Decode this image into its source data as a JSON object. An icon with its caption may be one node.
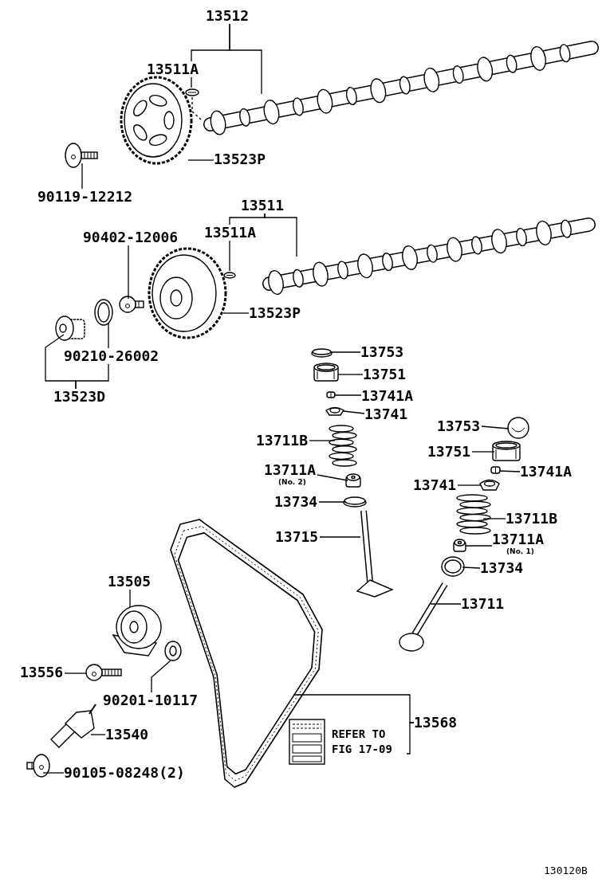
{
  "diagram": {
    "nodes": [
      {
        "text": [
          "13512"
        ]
      },
      {
        "text": [],
        "shape": "picture"
      },
      {
        "text": [
          "13511A"
        ]
      },
      {
        "text": [],
        "shape": "picture"
      },
      {
        "text": [],
        "shape": "picture"
      },
      {
        "text": [
          "13523P"
        ]
      },
      {
        "text": [],
        "shape": "picture"
      },
      {
        "text": [
          "90119-12212"
        ]
      },
      {
        "text": [
          "13511"
        ]
      },
      {
        "text": [
          "13511A"
        ]
      },
      {
        "text": [],
        "shape": "picture"
      },
      {
        "text": [],
        "shape": "picture"
      },
      {
        "text": [],
        "shape": "picture"
      },
      {
        "text": [
          "13523P"
        ]
      },
      {
        "text": [
          "90402-12006"
        ]
      },
      {
        "text": [],
        "shape": "picture"
      },
      {
        "text": [],
        "shape": "picture"
      },
      {
        "text": [],
        "shape": "picture"
      },
      {
        "text": [
          "90210-26002"
        ]
      },
      {
        "text": [
          "13523D"
        ]
      },
      {
        "text": [
          "13753"
        ]
      },
      {
        "text": [],
        "shape": "picture"
      },
      {
        "text": [
          "13751"
        ]
      },
      {
        "text": [],
        "shape": "picture"
      },
      {
        "text": [
          "13741A"
        ]
      },
      {
        "text": [],
        "shape": "picture"
      },
      {
        "text": [
          "13741"
        ]
      },
      {
        "text": [],
        "shape": "picture"
      },
      {
        "text": [
          "13711B"
        ]
      },
      {
        "text": [],
        "shape": "picture"
      },
      {
        "text": [
          "13711A",
          "(No. 2)"
        ]
      },
      {
        "text": [],
        "shape": "picture"
      },
      {
        "text": [
          "13734"
        ]
      },
      {
        "text": [],
        "shape": "picture"
      },
      {
        "text": [
          "13715"
        ]
      },
      {
        "text": [],
        "shape": "picture"
      },
      {
        "text": [
          "13753"
        ]
      },
      {
        "text": [],
        "shape": "picture"
      },
      {
        "text": [
          "13751"
        ]
      },
      {
        "text": [],
        "shape": "picture"
      },
      {
        "text": [
          "13741A"
        ]
      },
      {
        "text": [],
        "shape": "picture"
      },
      {
        "text": [
          "13741"
        ]
      },
      {
        "text": [],
        "shape": "picture"
      },
      {
        "text": [
          "13711B"
        ]
      },
      {
        "text": [],
        "shape": "picture"
      },
      {
        "text": [
          "13711A",
          "(No. 1)"
        ]
      },
      {
        "text": [],
        "shape": "picture"
      },
      {
        "text": [
          "13734"
        ]
      },
      {
        "text": [],
        "shape": "picture"
      },
      {
        "text": [
          "13711"
        ]
      },
      {
        "text": [],
        "shape": "picture"
      },
      {
        "text": [
          "13505"
        ]
      },
      {
        "text": [],
        "shape": "picture"
      },
      {
        "text": [
          "13556"
        ]
      },
      {
        "text": [],
        "shape": "picture"
      },
      {
        "text": [],
        "shape": "picture"
      },
      {
        "text": [
          "90201-10117"
        ]
      },
      {
        "text": [],
        "shape": "picture"
      },
      {
        "text": [
          "13540"
        ]
      },
      {
        "text": [],
        "shape": "picture"
      },
      {
        "text": [
          "90105-08248(2)"
        ]
      },
      {
        "text": [],
        "shape": "picture"
      },
      {
        "text": [
          "13568"
        ]
      },
      {
        "text": [],
        "shape": "picture",
        "beside": [
          "REFER TO FIG 17-09"
        ]
      }
    ],
    "edges": [
      {
        "from": 0,
        "to": 1,
        "arrow": "none"
      },
      {
        "from": 0,
        "to": 2,
        "arrow": "none"
      },
      {
        "from": 2,
        "to": 3,
        "arrow": "none"
      },
      {
        "from": 3,
        "to": 1,
        "arrow": "none",
        "style": "dashed"
      },
      {
        "from": 5,
        "to": 4,
        "arrow": "none"
      },
      {
        "from": 7,
        "to": 6,
        "arrow": "none"
      },
      {
        "from": 8,
        "to": 10,
        "arrow": "none"
      },
      {
        "from": 8,
        "to": 9,
        "arrow": "none"
      },
      {
        "from": 9,
        "to": 11,
        "arrow": "none"
      },
      {
        "from": 13,
        "to": 12,
        "arrow": "none"
      },
      {
        "from": 14,
        "to": 15,
        "arrow": "none"
      },
      {
        "from": 18,
        "to": 16,
        "arrow": "none"
      },
      {
        "from": 19,
        "to": 17,
        "arrow": "none"
      },
      {
        "from": 19,
        "to": 18,
        "arrow": "none"
      },
      {
        "from": 20,
        "to": 21,
        "arrow": "none"
      },
      {
        "from": 22,
        "to": 23,
        "arrow": "none"
      },
      {
        "from": 24,
        "to": 25,
        "arrow": "none"
      },
      {
        "from": 26,
        "to": 27,
        "arrow": "none"
      },
      {
        "from": 28,
        "to": 29,
        "arrow": "none"
      },
      {
        "from": 30,
        "to": 31,
        "arrow": "none"
      },
      {
        "from": 32,
        "to": 33,
        "arrow": "none"
      },
      {
        "from": 34,
        "to": 35,
        "arrow": "none"
      },
      {
        "from": 36,
        "to": 37,
        "arrow": "none"
      },
      {
        "from": 38,
        "to": 39,
        "arrow": "none"
      },
      {
        "from": 40,
        "to": 41,
        "arrow": "none"
      },
      {
        "from": 42,
        "to": 43,
        "arrow": "none"
      },
      {
        "from": 44,
        "to": 45,
        "arrow": "none"
      },
      {
        "from": 46,
        "to": 47,
        "arrow": "none"
      },
      {
        "from": 48,
        "to": 49,
        "arrow": "none"
      },
      {
        "from": 50,
        "to": 51,
        "arrow": "none"
      },
      {
        "from": 52,
        "to": 53,
        "arrow": "none"
      },
      {
        "from": 54,
        "to": 55,
        "arrow": "none"
      },
      {
        "from": 57,
        "to": 56,
        "arrow": "none"
      },
      {
        "from": 59,
        "to": 58,
        "arrow": "none"
      },
      {
        "from": 61,
        "to": 60,
        "arrow": "none"
      },
      {
        "from": 63,
        "to": 62,
        "arrow": "none"
      },
      {
        "from": 63,
        "to": 64,
        "arrow": "none"
      }
    ],
    "labels": [
      "130120B"
    ]
  }
}
